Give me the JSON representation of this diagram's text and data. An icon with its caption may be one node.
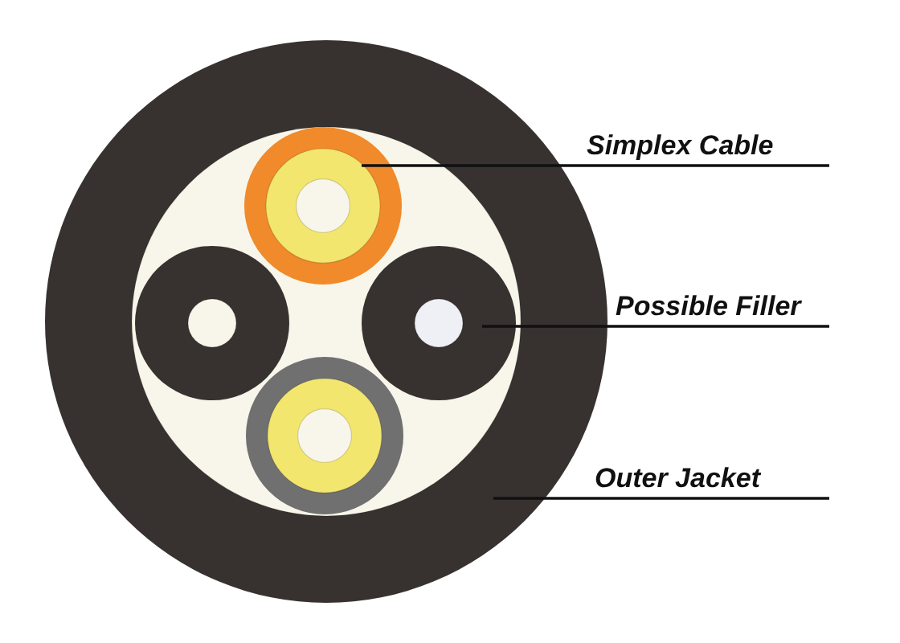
{
  "diagram": {
    "nodes": [
      {
        "text": [
          "Simplex Cable"
        ]
      },
      {
        "text": [
          "Possible Filler"
        ]
      },
      {
        "text": [
          "Outer Jacket"
        ]
      },
      {
        "text": [],
        "shape": "circle"
      },
      {
        "text": [],
        "shape": "circle",
        "in": 3
      },
      {
        "text": [],
        "shape": "circle",
        "in": 3
      },
      {
        "text": [],
        "shape": "circle",
        "in": 3
      },
      {
        "text": [],
        "shape": "circle",
        "in": 3
      }
    ],
    "edges": [
      {
        "from": 0,
        "to": 4,
        "arrow": "none"
      },
      {
        "from": 1,
        "to": 5,
        "arrow": "none"
      },
      {
        "from": 2,
        "to": 3,
        "arrow": "none"
      }
    ]
  }
}
